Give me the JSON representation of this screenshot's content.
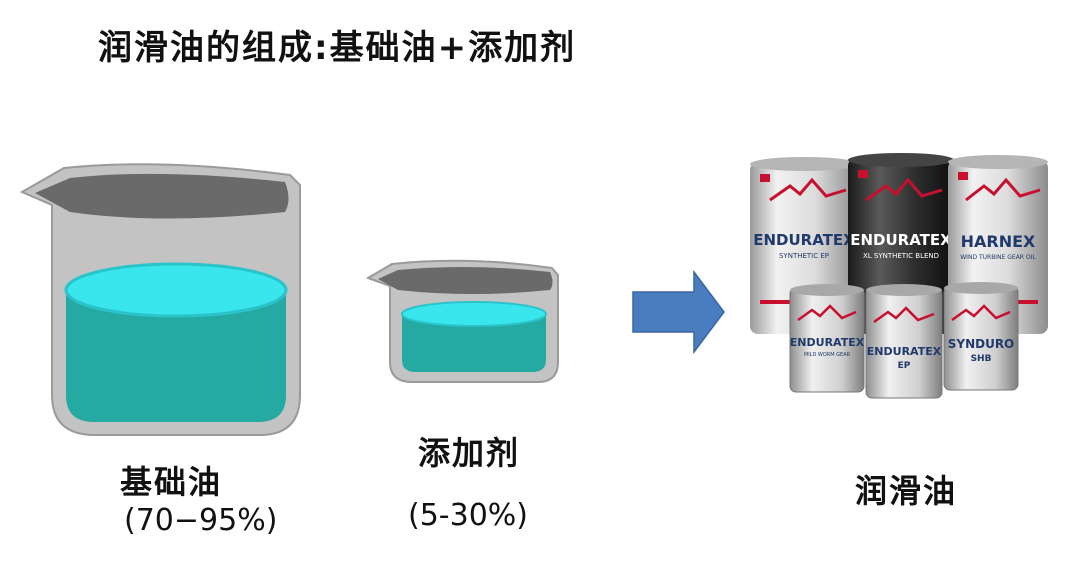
{
  "title": "润滑油的组成:基础油+添加剂",
  "base_oil": {
    "label": "基础油",
    "percent": "(70−95%)"
  },
  "additive": {
    "label": "添加剂",
    "percent": "(5-30%)"
  },
  "product": {
    "label": "润滑油"
  },
  "colors": {
    "liquid": "#25a9a3",
    "liquid_top": "#39e6ee",
    "beaker_gray": "#c3c3c3",
    "beaker_dark": "#6a6a6a",
    "arrow": "#4a7dbf"
  },
  "drums": [
    {
      "brand": "ENDURATEX",
      "sub": "SYNTHETIC EP"
    },
    {
      "brand": "ENDURATEX",
      "sub": "XL SYNTHETIC BLEND"
    },
    {
      "brand": "HARNEX",
      "sub": "WIND TURBINE GEAR OIL"
    }
  ],
  "pails": [
    {
      "brand": "ENDURATEX",
      "sub": "MILD WORM GEAR"
    },
    {
      "brand": "ENDURATEX",
      "sub": "EP"
    },
    {
      "brand": "SYNDURO",
      "sub": "SHB"
    }
  ]
}
